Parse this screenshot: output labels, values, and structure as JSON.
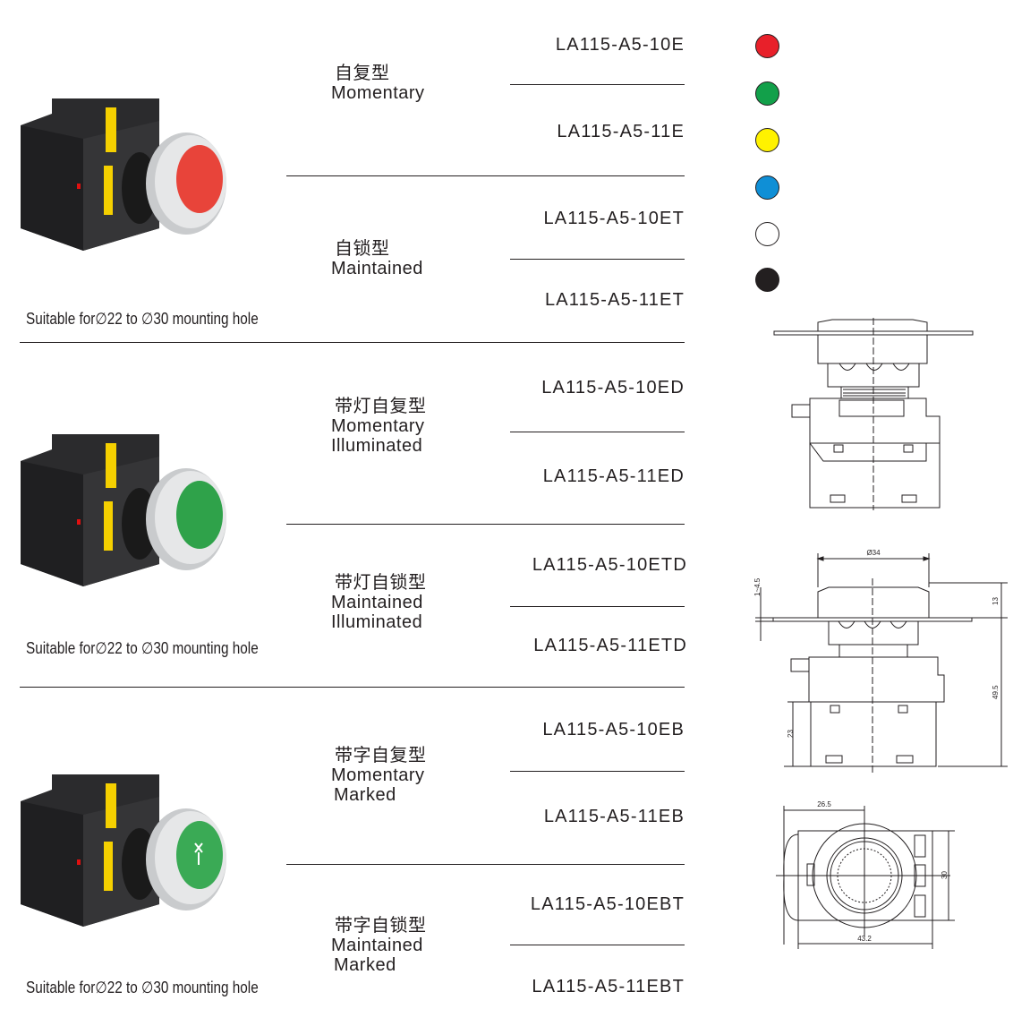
{
  "sections": [
    {
      "caption": "Suitable for∅22 to ∅30 mounting hole",
      "cap_color": "#e8443a",
      "marked": false,
      "groups": [
        {
          "cn": "自复型",
          "en": [
            "Momentary"
          ],
          "models": [
            "LA115-A5-10E",
            "LA115-A5-11E"
          ]
        },
        {
          "cn": "自锁型",
          "en": [
            "Maintained"
          ],
          "models": [
            "LA115-A5-10ET",
            "LA115-A5-11ET"
          ]
        }
      ]
    },
    {
      "caption": "Suitable for∅22 to ∅30 mounting hole",
      "cap_color": "#2fa24a",
      "marked": false,
      "groups": [
        {
          "cn": "带灯自复型",
          "en": [
            "Momentary",
            "Illuminated"
          ],
          "models": [
            "LA115-A5-10ED",
            "LA115-A5-11ED"
          ]
        },
        {
          "cn": "带灯自锁型",
          "en": [
            "Maintained",
            "Illuminated"
          ],
          "models": [
            "LA115-A5-10ETD",
            "LA115-A5-11ETD"
          ]
        }
      ]
    },
    {
      "caption": "Suitable for∅22 to ∅30 mounting hole",
      "cap_color": "#3aaa55",
      "marked": true,
      "groups": [
        {
          "cn": "带字自复型",
          "en": [
            "Momentary",
            "Marked"
          ],
          "models": [
            "LA115-A5-10EB",
            "LA115-A5-11EB"
          ]
        },
        {
          "cn": "带字自锁型",
          "en": [
            "Maintained",
            "Marked"
          ],
          "models": [
            "LA115-A5-10EBT",
            "LA115-A5-11EBT"
          ]
        }
      ]
    }
  ],
  "color_options": [
    {
      "name": "red",
      "hex": "#e8202a"
    },
    {
      "name": "green",
      "hex": "#12a04a"
    },
    {
      "name": "yellow",
      "hex": "#fff200"
    },
    {
      "name": "blue",
      "hex": "#0f8fd6"
    },
    {
      "name": "white",
      "hex": "#ffffff"
    },
    {
      "name": "black",
      "hex": "#231f20"
    }
  ],
  "dimensions": {
    "diameter": "Ø34",
    "panel_thickness": "1~4.5",
    "head_height": "13",
    "total_depth": "49.5",
    "block_height": "23",
    "half_width": "26.5",
    "width": "43.2",
    "height": "30"
  }
}
